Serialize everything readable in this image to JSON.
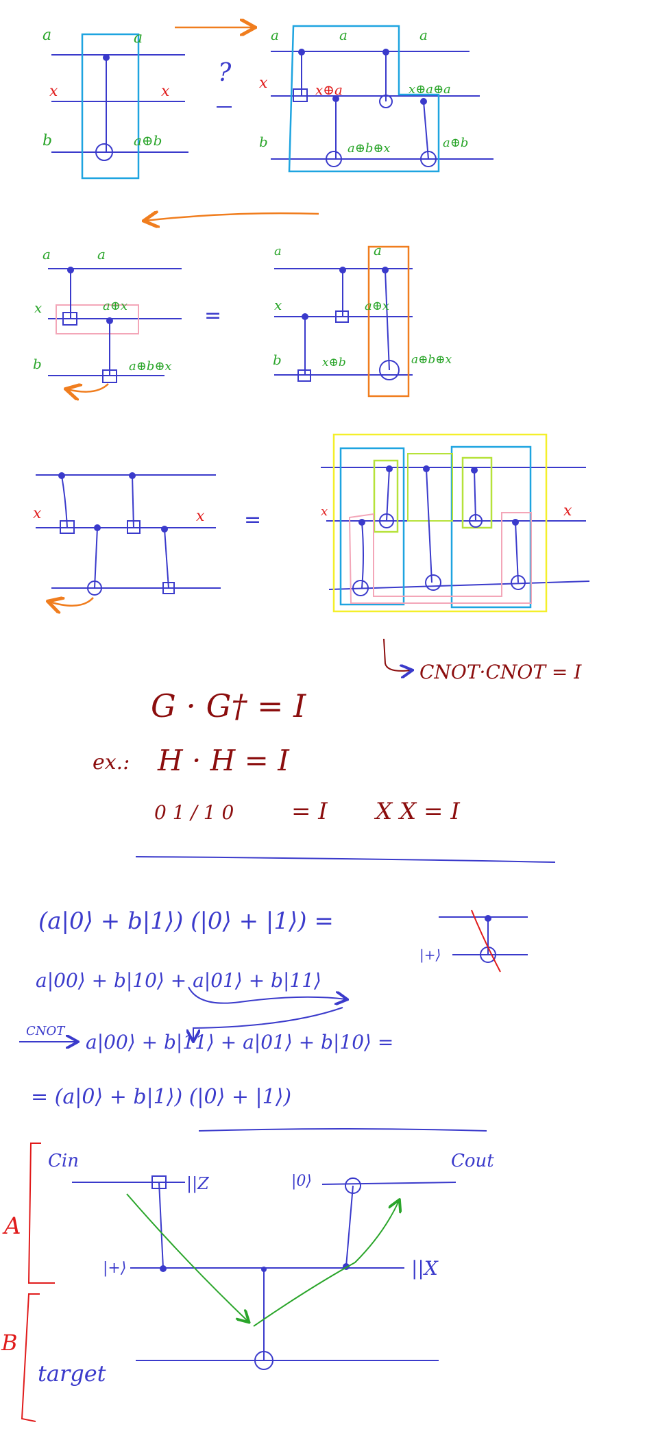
{
  "colors": {
    "wire": "#3a3acb",
    "label": "#2aa52a",
    "marker": "#e01b1b",
    "arrow": "#f07d1e",
    "box_blue": "#1ea4e0",
    "box_pink": "#f3a6b8",
    "box_lime": "#b6e23a",
    "box_yellow": "#f4ef2a",
    "box_orange": "#f07d1e",
    "note": "#8b0d0d",
    "rule": "#3a3acb"
  },
  "section1": {
    "left": {
      "a_in": "a",
      "a_out": "a",
      "x_in": "x",
      "x_out": "x",
      "b_in": "b",
      "b_out": "a⊕b"
    },
    "question": "?",
    "right": {
      "a_in": "a",
      "a_mid": "a",
      "a_out": "a",
      "x_in": "x",
      "x_mid": "x⊕a",
      "x_out": "x⊕a⊕a",
      "b_in": "b",
      "b_mid": "a⊕b⊕x",
      "b_out": "a⊕b"
    }
  },
  "section2": {
    "left": {
      "a_in": "a",
      "a_out": "a",
      "x_in": "x",
      "x_out": "a⊕x",
      "b_in": "b",
      "b_out": "a⊕b⊕x"
    },
    "equals": "=",
    "right": {
      "a_in": "a",
      "a_out": "a",
      "x_in": "x",
      "x_out": "a⊕x",
      "b_in": "b",
      "b_mid": "x⊕b",
      "b_out": "a⊕b⊕x"
    }
  },
  "section3": {
    "x_left": "x",
    "x_right": "x",
    "equals": "=",
    "x_left2": "x",
    "x_right2": "x",
    "cnot_note": "CNOT·CNOT = I"
  },
  "notes": {
    "line1": "G · G† = I",
    "ex_prefix": "ex.:",
    "line2": "H · H = I",
    "matrix1": "0 1 / 1 0",
    "matrix_eq": "= I",
    "xx": "X X = I"
  },
  "derivation": {
    "line1": "(a|0⟩ + b|1⟩) (|0⟩ + |1⟩) =",
    "line2": "a|00⟩ + b|10⟩ + a|01⟩ + b|11⟩",
    "cnot_label": "CNOT",
    "line3": "a|00⟩ + b|11⟩ + a|01⟩ + b|10⟩ =",
    "line4": "= (a|0⟩ + b|1⟩) (|0⟩ + |1⟩)",
    "plus_state": "|+⟩"
  },
  "teleport": {
    "label_a": "A",
    "label_b": "B",
    "c_in": "Cin",
    "c_out": "Cout",
    "z": "||Z",
    "zero_ket": "|0⟩",
    "plus_ket": "|+⟩",
    "x": "||X",
    "target": "target"
  }
}
